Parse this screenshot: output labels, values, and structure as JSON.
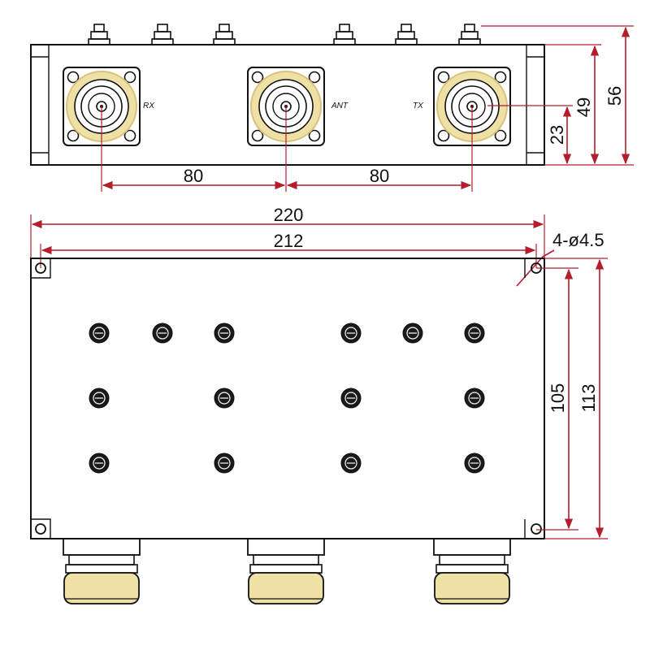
{
  "colors": {
    "outline": "#111111",
    "dimension": "#b21e2c",
    "connector_ring": "#efe1a6",
    "connector_ring_edge": "#d9c27a",
    "background": "#ffffff"
  },
  "front_view": {
    "ports": [
      {
        "label": "RX"
      },
      {
        "label": "ANT"
      },
      {
        "label": "TX"
      }
    ],
    "dimensions": {
      "spacing_left": "80",
      "spacing_right": "80",
      "connector_height": "23",
      "body_offset": "49",
      "total_height": "56"
    }
  },
  "top_view": {
    "dimensions": {
      "overall_length": "220",
      "hole_spacing_length": "212",
      "mounting_holes": "4-ø4.5",
      "hole_spacing_width": "105",
      "overall_width": "113"
    }
  }
}
